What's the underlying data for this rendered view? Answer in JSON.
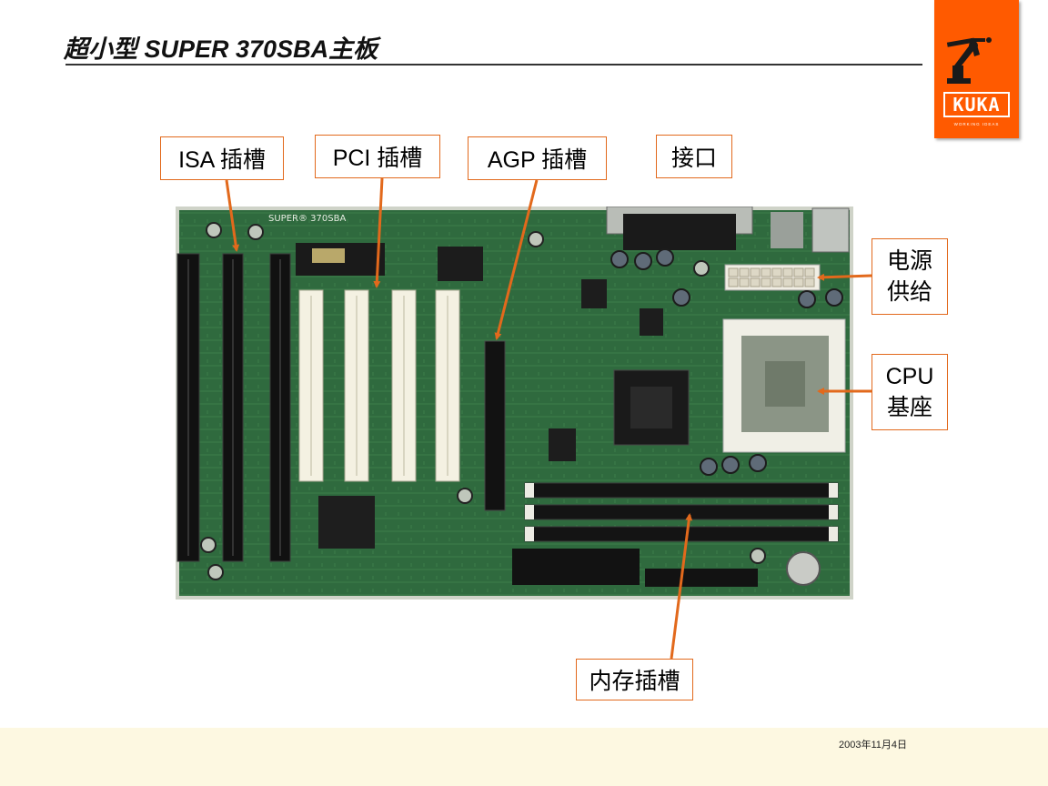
{
  "slide": {
    "title": "超小型 SUPER 370SBA主板",
    "date": "2003年11月4日"
  },
  "logo": {
    "word": "KUKA",
    "tagline": "WORKING IDEAS",
    "color": "#ff5a00"
  },
  "board": {
    "silkscreen": "SUPER® 370SBA"
  },
  "labels": {
    "isa": "ISA 插槽",
    "pci": "PCI 插槽",
    "agp": "AGP 插槽",
    "port": "接口",
    "power_line1": "电源",
    "power_line2": "供给",
    "cpu_line1": "CPU",
    "cpu_line2": "基座",
    "memory": "内存插槽"
  },
  "colors": {
    "accent": "#e2691c",
    "pcb": "#2f6a3e"
  }
}
